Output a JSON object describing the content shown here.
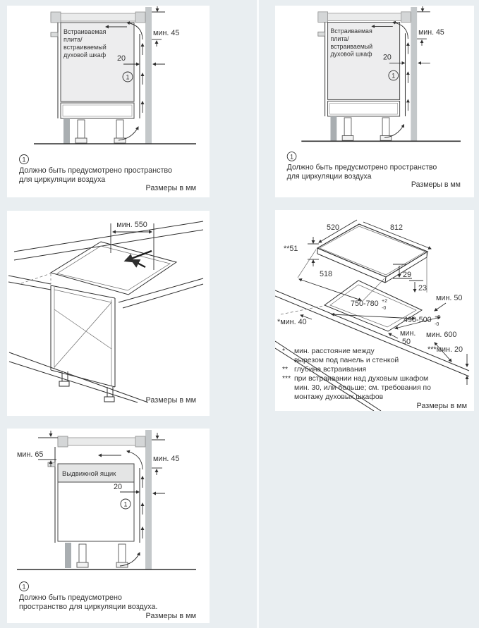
{
  "page": {
    "background": "#e9eef1",
    "card_background": "#ffffff",
    "line_color": "#2e2e2e",
    "wall_color": "#c4c8ca"
  },
  "panels": {
    "top_left": {
      "appliance_label": {
        "l1": "Встраиваемая",
        "l2": "плита/",
        "l3": "встраиваемый",
        "l4": "духовой шкаф"
      },
      "dim_min_45": "мин. 45",
      "dim_gap_20": "20",
      "callout_number": "1",
      "note": {
        "l1": "Должно быть предусмотрено пространство",
        "l2": "для циркуляции воздуха"
      },
      "units": "Размеры в мм"
    },
    "top_right": {
      "appliance_label": {
        "l1": "Встраиваемая",
        "l2": "плита/",
        "l3": "встраиваемый",
        "l4": "духовой шкаф"
      },
      "dim_min_45": "мин. 45",
      "dim_gap_20": "20",
      "callout_number": "1",
      "note": {
        "l1": "Должно быть предусмотрено пространство",
        "l2": "для циркуляции воздуха"
      },
      "units": "Размеры в мм"
    },
    "middle_left": {
      "dim_min_550": "мин. 550",
      "units": "Размеры в мм"
    },
    "middle_right": {
      "dim_520": "520",
      "dim_812": "812",
      "dim_51": "**51",
      "dim_518": "518",
      "dim_29": "29",
      "dim_23": "23",
      "dim_min_50_right": "мин. 50",
      "cutout_width": "750-780",
      "cutout_width_tol_plus": "+2",
      "cutout_width_tol_minus": "-0",
      "cutout_depth": "490-500",
      "cutout_depth_tol_plus": "+2",
      "cutout_depth_tol_minus": "-0",
      "dim_min_40": "*мин. 40",
      "dim_min_50_bottom_l1": "мин.",
      "dim_min_50_bottom_l2": "50",
      "dim_min_600": "мин. 600",
      "dim_min_20": "***мин. 20",
      "footnotes": {
        "star_marker": "*",
        "star_l1": "мин. расстояние между",
        "star_l2": "вырезом под панель и стенкой",
        "dstar_marker": "**",
        "dstar_l1": "глубина встраивания",
        "tstar_marker": "***",
        "tstar_l1": "при встраивании над духовым шкафом",
        "tstar_l2": "мин. 30, или больше; см. требования по",
        "tstar_l3": "монтажу духовых шкафов"
      },
      "units": "Размеры в мм"
    },
    "bottom_left": {
      "dim_min_65": "мин. 65",
      "dim_min_45": "мин. 45",
      "drawer_label": "Выдвижной ящик",
      "dim_gap_20": "20",
      "callout_number": "1",
      "note": {
        "l1": "Должно быть предусмотрено",
        "l2": "пространство для циркуляции воздуха."
      },
      "units": "Размеры в мм"
    }
  }
}
